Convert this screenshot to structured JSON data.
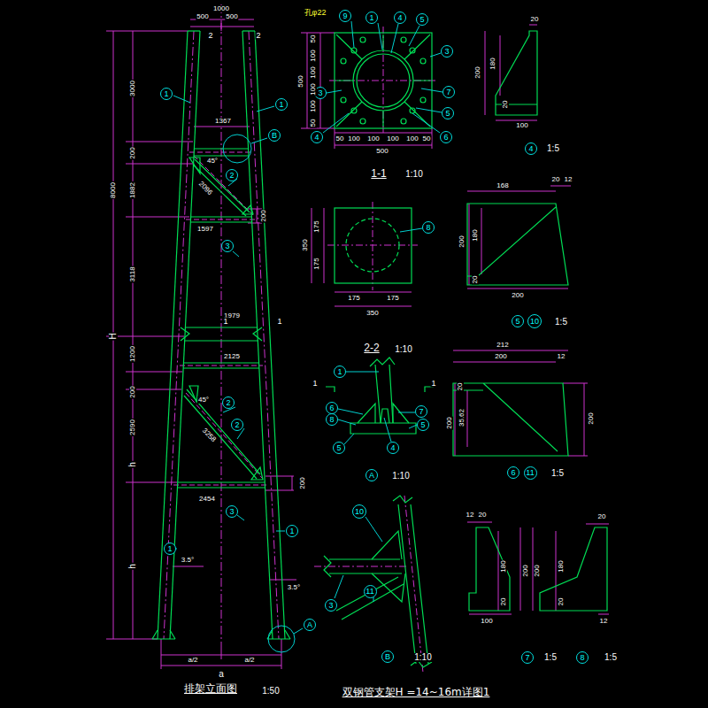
{
  "diagram": {
    "caption": "双钢管支架H =14~16m详图1",
    "nodes": [
      {
        "text": [
          "1"
        ]
      },
      {
        "text": [
          "1"
        ]
      },
      {
        "text": [
          "B"
        ]
      },
      {
        "text": [
          "2"
        ]
      },
      {
        "text": [
          "3"
        ]
      },
      {
        "text": [
          "2"
        ]
      },
      {
        "text": [
          "2"
        ]
      },
      {
        "text": [
          "3"
        ]
      },
      {
        "text": [
          "1"
        ]
      },
      {
        "text": [
          "1"
        ]
      },
      {
        "text": [
          "A"
        ]
      },
      {
        "text": [
          "9"
        ]
      },
      {
        "text": [
          "1"
        ]
      },
      {
        "text": [
          "4"
        ]
      },
      {
        "text": [
          "5"
        ]
      },
      {
        "text": [
          "3"
        ]
      },
      {
        "text": [
          "7"
        ]
      },
      {
        "text": [
          "5"
        ]
      },
      {
        "text": [
          "3"
        ]
      },
      {
        "text": [
          "4"
        ]
      },
      {
        "text": [
          "6"
        ]
      },
      {
        "text": [
          "4"
        ]
      },
      {
        "text": [
          "8"
        ]
      },
      {
        "text": [
          "5"
        ]
      },
      {
        "text": [
          "10"
        ]
      },
      {
        "text": [
          "1"
        ]
      },
      {
        "text": [
          "6"
        ]
      },
      {
        "text": [
          "8"
        ]
      },
      {
        "text": [
          "5"
        ]
      },
      {
        "text": [
          "4"
        ]
      },
      {
        "text": [
          "7"
        ]
      },
      {
        "text": [
          "5"
        ]
      },
      {
        "text": [
          "A"
        ]
      },
      {
        "text": [
          "6"
        ]
      },
      {
        "text": [
          "11"
        ]
      },
      {
        "text": [
          "10"
        ]
      },
      {
        "text": [
          "3"
        ]
      },
      {
        "text": [
          "11"
        ]
      },
      {
        "text": [
          "B"
        ]
      },
      {
        "text": [
          "7"
        ]
      },
      {
        "text": [
          "8"
        ]
      }
    ],
    "labels": [
      "1000",
      "500",
      "500",
      "2",
      "2",
      "3000",
      "8000",
      "200",
      "1882",
      "1367",
      "45°",
      "2096",
      "200",
      "1597",
      "3118",
      "H",
      "1979",
      "1",
      "1",
      "1200",
      "2125",
      "200",
      "45°",
      "3258",
      "2590",
      "h",
      "200",
      "2454",
      "h",
      "3.5°",
      "3.5°",
      "a/2",
      "a/2",
      "a",
      "排架立面图",
      "1:50",
      "孔φ22",
      "50",
      "100",
      "100",
      "100",
      "100",
      "50",
      "500",
      "50",
      "100",
      "100",
      "100",
      "100",
      "50",
      "500",
      "1-1",
      "1:10",
      "20",
      "200",
      "180",
      "20",
      "100",
      "1:5",
      "175",
      "175",
      "350",
      "175",
      "175",
      "350",
      "2-2",
      "1:10",
      "168",
      "20",
      "12",
      "200",
      "180",
      "20",
      "200",
      "1:5",
      "1",
      "1",
      "1:10",
      "212",
      "200",
      "12",
      "20",
      "200",
      "35.62",
      "200",
      "1:5",
      "1:10",
      "12",
      "20",
      "180",
      "200",
      "20",
      "100",
      "1:5",
      "20",
      "180",
      "200",
      "20",
      "12",
      "1:5"
    ]
  }
}
